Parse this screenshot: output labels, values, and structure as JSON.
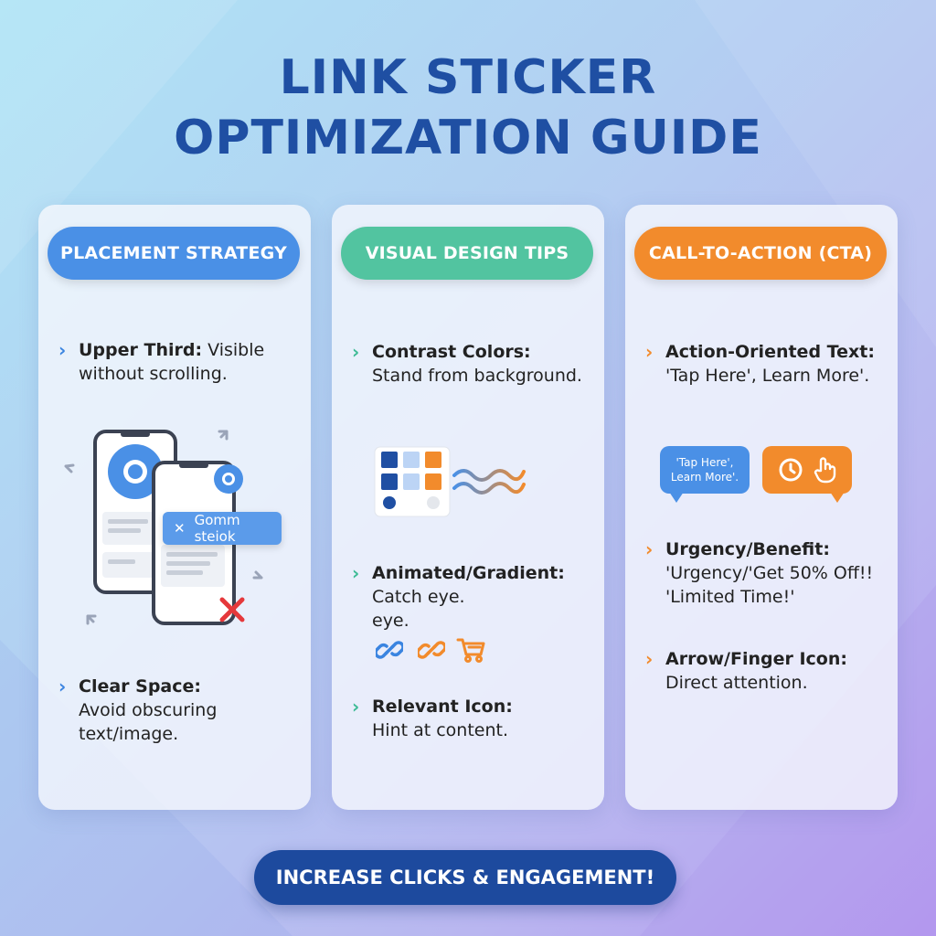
{
  "title_line1": "LINK STICKER",
  "title_line2": "OPTIMIZATION GUIDE",
  "colors": {
    "title": "#1f4fa3",
    "blue": "#4a90e6",
    "green": "#52c4a0",
    "orange": "#f28b2c",
    "cta": "#1d4a9e"
  },
  "columns": [
    {
      "header": "PLACEMENT STRATEGY",
      "items": [
        {
          "head": "Upper Third:",
          "body": "Visible without scrolling."
        },
        {
          "head": "Clear Space:",
          "body": "Avoid obscuring text/image."
        }
      ],
      "illustration": {
        "sticker_label": "Gomm steiok",
        "icons": [
          "phone-icon",
          "phone-icon",
          "close-icon",
          "red-x-icon"
        ]
      }
    },
    {
      "header": "VISUAL DESIGN TIPS",
      "items": [
        {
          "head": "Contrast Colors:",
          "body": "Stand from background."
        },
        {
          "head": "Animated/Gradient:",
          "body": "Catch eye.",
          "extra": "eye."
        },
        {
          "head": "Relevant Icon:",
          "body": "Hint at content."
        }
      ],
      "illustration": {
        "icons": [
          "palette-icon",
          "wave-icon",
          "link-icon",
          "link-icon",
          "cart-icon"
        ]
      }
    },
    {
      "header": "CALL-TO-ACTION (CTA)",
      "items": [
        {
          "head": "Action-Oriented Text:",
          "body": "'Tap Here', Learn More'."
        },
        {
          "head": "Urgency/Benefit:",
          "body": "'Urgency/'Get 50% Off!! 'Limited Time!'"
        },
        {
          "head": "Arrow/Finger Icon:",
          "body": "Direct attention."
        }
      ],
      "bubble_text_1": "'Tap Here',",
      "bubble_text_2": "Learn More'.",
      "bubble_icons": [
        "clock-icon",
        "finger-icon"
      ]
    }
  ],
  "cta": "INCREASE CLICKS & ENGAGEMENT!"
}
